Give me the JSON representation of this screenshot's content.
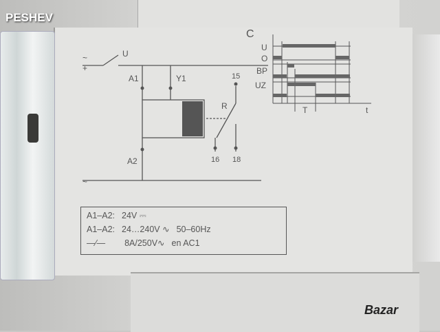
{
  "watermark": "PESHEV",
  "logo": "Bazar",
  "schematic": {
    "supply_label": "U",
    "terminal_a1": "A1",
    "terminal_y1": "Y1",
    "terminal_a2": "A2",
    "contact_15": "15",
    "contact_r": "R",
    "contact_16": "16",
    "contact_18": "18"
  },
  "timing": {
    "function_label": "C",
    "rows": [
      "U",
      "O",
      "BP",
      "UZ"
    ],
    "period_label": "T",
    "time_axis": "t"
  },
  "spec": {
    "line1": {
      "terminals": "A1–A2:",
      "value": "24V ⎓"
    },
    "line2": {
      "terminals": "A1–A2:",
      "value": "24…240V ∿",
      "freq": "50–60Hz"
    },
    "line3": {
      "value": "8A/250V∿",
      "note": "en AC1"
    }
  }
}
